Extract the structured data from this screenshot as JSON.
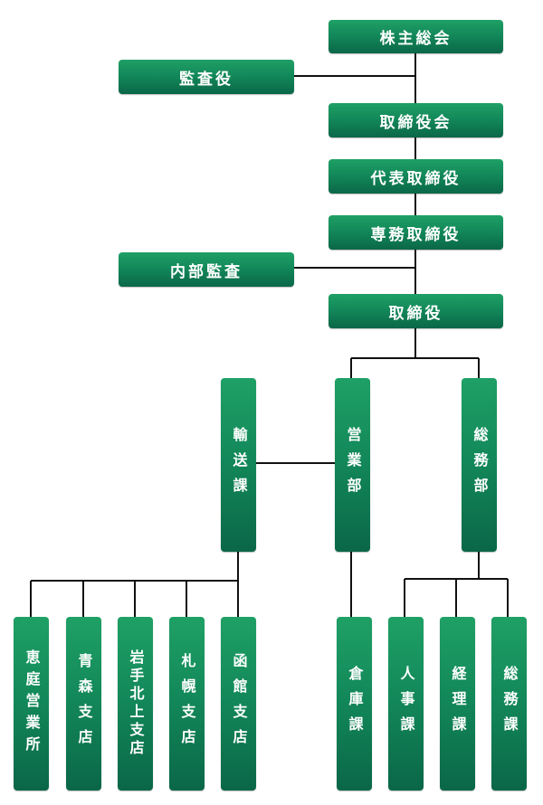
{
  "colors": {
    "box_top": "#1fa065",
    "box_bottom": "#0a6748",
    "line": "#111111",
    "text": "#ffffff"
  },
  "nodes": {
    "shareholders_meeting": "株主総会",
    "auditor": "監査役",
    "board": "取締役会",
    "representative_director": "代表取締役",
    "managing_director": "専務取締役",
    "internal_audit": "内部監査",
    "director": "取締役",
    "transport_section": "輸送課",
    "sales_dept": "営業部",
    "general_affairs_dept": "総務部",
    "ebisu_office": "恵庭営業所",
    "aomori_branch": "青森支店",
    "iwatekitakami_branch": "岩手北上支店",
    "sapporo_branch": "札幌支店",
    "hakodate_branch": "函館支店",
    "warehouse_section": "倉庫課",
    "hr_section": "人事課",
    "accounting_section": "経理課",
    "general_affairs_section": "総務課"
  }
}
